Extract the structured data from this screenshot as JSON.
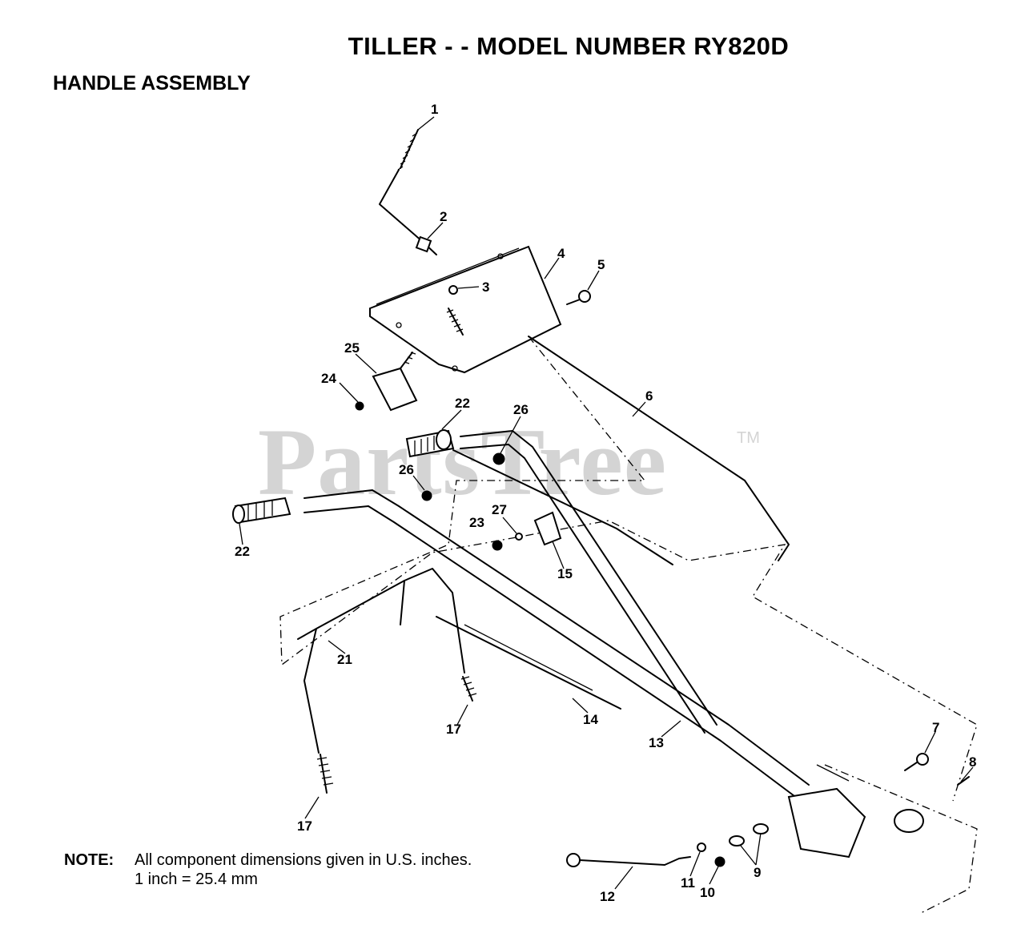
{
  "title": "TILLER - - MODEL NUMBER RY820D",
  "subtitle": "HANDLE ASSEMBLY",
  "watermark": "PartsTree",
  "watermark_tm": "TM",
  "note": {
    "label": "NOTE:",
    "line1": "All component dimensions given in U.S. inches.",
    "line2": "1 inch = 25.4 mm"
  },
  "callouts": [
    "1",
    "2",
    "3",
    "4",
    "5",
    "6",
    "7",
    "8",
    "9",
    "10",
    "11",
    "12",
    "13",
    "14",
    "15",
    "17",
    "17",
    "21",
    "22",
    "22",
    "23",
    "24",
    "25",
    "26",
    "26",
    "27"
  ]
}
